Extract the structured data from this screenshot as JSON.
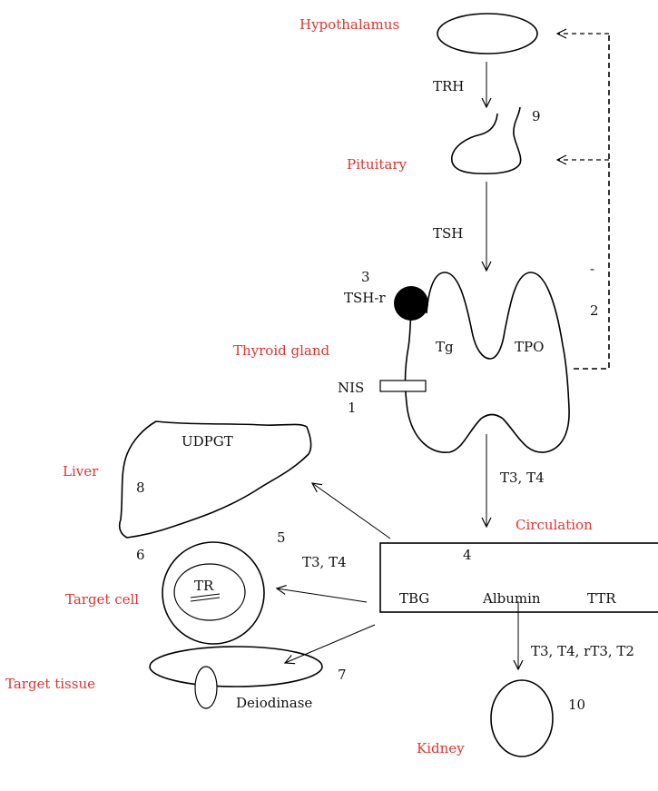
{
  "colors": {
    "organ_label": "#e8302e",
    "text": "#111111",
    "line": "#000000"
  },
  "organs": {
    "hypothalamus": "Hypothalamus",
    "pituitary": "Pituitary",
    "thyroid": "Thyroid gland",
    "liver": "Liver",
    "circulation": "Circulation",
    "target_cell": "Target cell",
    "target_tissue": "Target tissue",
    "kidney": "Kidney"
  },
  "labels": {
    "trh": "TRH",
    "tsh": "TSH",
    "tsh_r": "TSH-r",
    "tg": "Tg",
    "tpo": "TPO",
    "nis": "NIS",
    "udpgt": "UDPGT",
    "t3_t4_thyroid": "T3, T4",
    "t3_t4_cell": "T3, T4",
    "tbg": "TBG",
    "albumin": "Albumin",
    "ttr": "TTR",
    "tr": "TR",
    "deiodinase": "Deiodinase",
    "kidney_hormones": "T3, T4, rT3, T2",
    "feedback_sign": "-"
  },
  "numbers": {
    "n1": "1",
    "n2": "2",
    "n3": "3",
    "n4": "4",
    "n5": "5",
    "n6": "6",
    "n7": "7",
    "n8": "8",
    "n9": "9",
    "n10": "10"
  }
}
